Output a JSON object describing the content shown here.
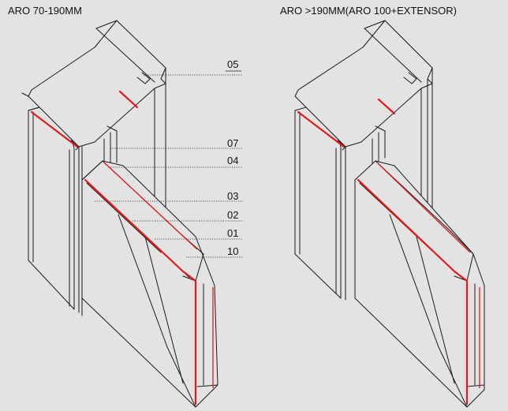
{
  "titles": {
    "left": "ARO 70-190MM",
    "right": "ARO >190MM(ARO 100+EXTENSOR)"
  },
  "callouts": {
    "c05": "05",
    "c07": "07",
    "c04": "04",
    "c03": "03",
    "c02": "02",
    "c01": "01",
    "c10": "10"
  },
  "colors": {
    "background": "#e3e3e3",
    "outline": "#1a1a1a",
    "highlight": "#e01b1b"
  }
}
